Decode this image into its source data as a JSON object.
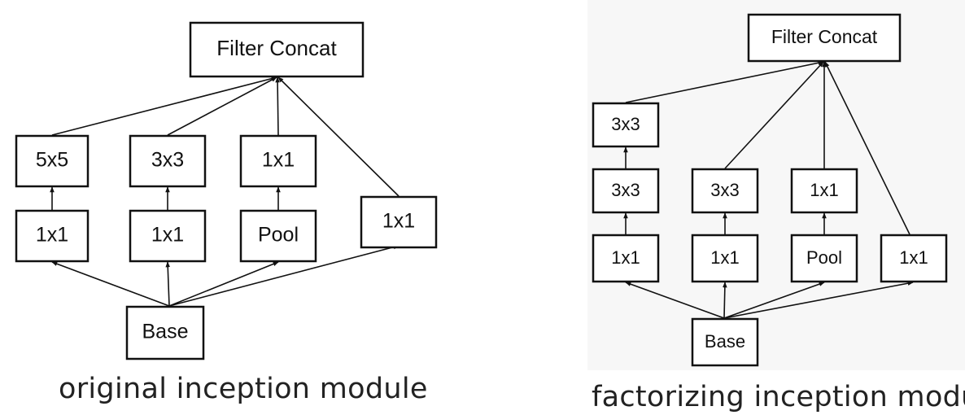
{
  "colors": {
    "stroke": "#111111",
    "box_fill": "#ffffff",
    "text": "#111111",
    "caption": "#222222",
    "panel_shade": "#f6f6f6"
  },
  "left": {
    "caption": "original inception module",
    "nodes": {
      "concat": "Filter Concat",
      "b1_top": "5x5",
      "b1_bot": "1x1",
      "b2_top": "3x3",
      "b2_bot": "1x1",
      "b3_top": "1x1",
      "b3_bot": "Pool",
      "b4": "1x1",
      "base": "Base"
    }
  },
  "right": {
    "caption": "factorizing inception module",
    "nodes": {
      "concat": "Filter Concat",
      "b1_top": "3x3",
      "b1_mid": "3x3",
      "b1_bot": "1x1",
      "b2_top": "3x3",
      "b2_bot": "1x1",
      "b3_top": "1x1",
      "b3_bot": "Pool",
      "b4": "1x1",
      "base": "Base"
    }
  }
}
